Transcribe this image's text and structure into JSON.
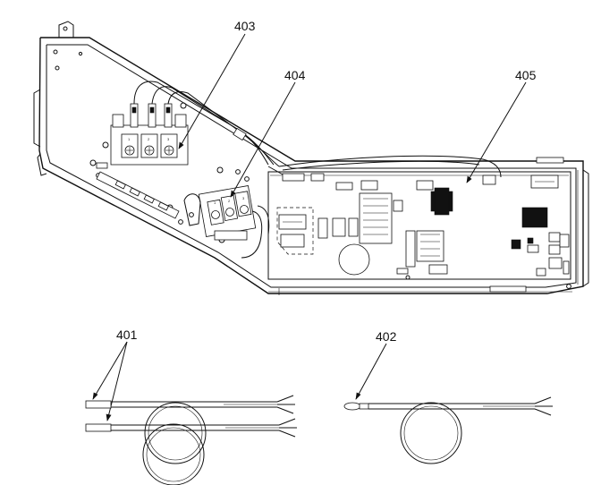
{
  "labels": {
    "l403": "403",
    "l404": "404",
    "l405": "405",
    "l401": "401",
    "l402": "402"
  },
  "terminal_block_1": {
    "pins": [
      "1",
      "2",
      "3"
    ]
  },
  "terminal_block_2": {
    "pins": [
      "1",
      "2",
      "3"
    ]
  }
}
